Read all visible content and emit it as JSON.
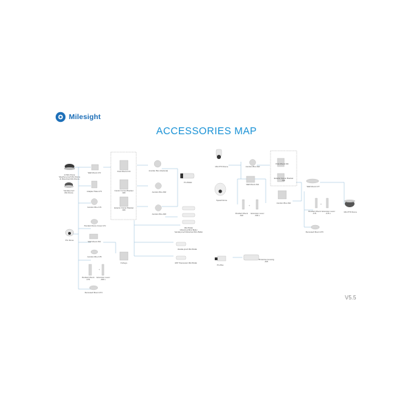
{
  "brand": {
    "name": "Milesight",
    "color": "#1d6fb8"
  },
  "title": "ACCESSORIES MAP",
  "title_color": "#1a92d6",
  "version": "V5.5",
  "labels": {
    "mini_dome": "AI Mini Dome\nWeather-proof Mini Dome\nAI Motorized Mini Dome",
    "vandal_dome": "Vandal-proof\nMini Dome",
    "pro_dome": "Pro Dome",
    "wall_mount_a73": "Wall Mount A73",
    "adapter_plate_a73": "Adapter Plate A73",
    "junction_box_a74": "Junction Box A74",
    "pendant_dome_cover": "Pendant Dome Cover A74",
    "wall_mount_a52": "Wall Mount A52",
    "junction_box_a78": "Junction Box A78",
    "pendant_mount_a78": "Pendant Mount\nA78",
    "extension_lever_a80": "Extension Lever\nA80 L",
    "recessed_mount_a74": "Recessed Mount A74",
    "fisheye": "Fisheye",
    "pole_mount_a73": "Pole Mount A73",
    "interior_corner_a82": "Interior Corner Bracket\nA82",
    "exterior_corner_a82": "Exterior Corner Bracket\nA82",
    "junction_box_optional": "Junction Box (Optional)",
    "junction_box_a82": "Junction Box A82",
    "junction_box_a83": "Junction Box A83",
    "pro_bullet": "Pro Bullet",
    "mini_bullet": "Mini Bullet\nMotorized Mini Bullet\nVandal-proof Motorized Mini Bullet",
    "vandal_mini_bullet": "Vandal-proof Mini Bullet",
    "ptz_mini_bullet": "180° Panoramic Mini Bullet",
    "mini_ptz_dome": "Mini PTZ Dome",
    "junction_box_a93": "Junction Box A93",
    "wall_mount_a91": "Wall Mount A91",
    "speed_dome": "Speed Dome",
    "pendant_mount_a93": "Pendant Mount\nA93",
    "extension_lever_a93": "Extension Lever\nA93 L",
    "pole_mount_a91": "Pole Mount A91",
    "exterior_corner_a91": "Exterior Corner Bracket\nA91",
    "junction_box_a92": "Junction Box A92",
    "wall_mount_a77": "Wall Mount A77",
    "pendant_mount_a76": "Pendant Mount\nA76",
    "extension_lever_a76": "Extension Lever\nA76 L",
    "mini_ptz_dome_2": "Mini PTZ Dome",
    "recessed_mount_a76": "Recessed Mount A76",
    "pro_box": "Pro Box",
    "protective_housing": "Protective Housing\nA55"
  }
}
